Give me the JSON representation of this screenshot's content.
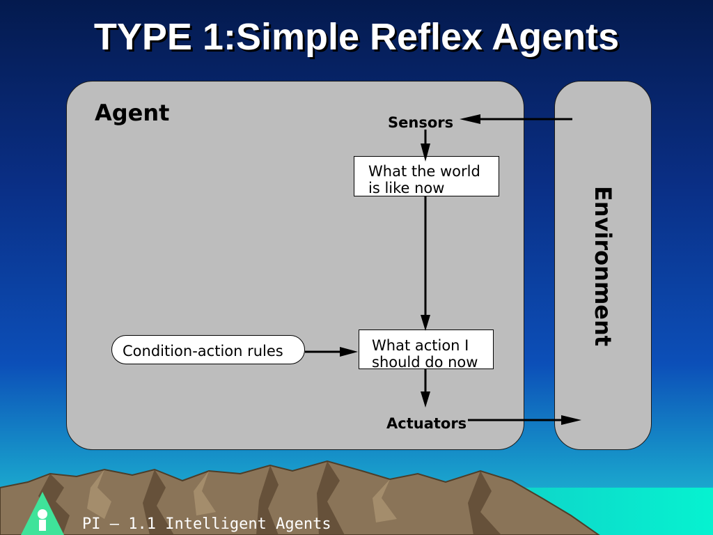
{
  "slide": {
    "title": "TYPE 1:Simple Reflex Agents",
    "footer": "PI – 1.1 Intelligent Agents"
  },
  "diagram": {
    "agent_label": "Agent",
    "environment_label": "Environment",
    "sensors_label": "Sensors",
    "actuators_label": "Actuators",
    "world_state": {
      "line1": "What the world",
      "line2": "is like now"
    },
    "action_box": {
      "line1": "What action I",
      "line2": "should do now"
    },
    "rules_label": "Condition-action rules"
  },
  "colors": {
    "panel": "#bdbdbd",
    "bg_top": "#041a4e",
    "bg_mid": "#0a3fa6",
    "bg_bottom": "#1fc2d0",
    "mountain": "#8a7458",
    "logo": "#3fe39a"
  },
  "icons": [
    "logo-icon"
  ]
}
